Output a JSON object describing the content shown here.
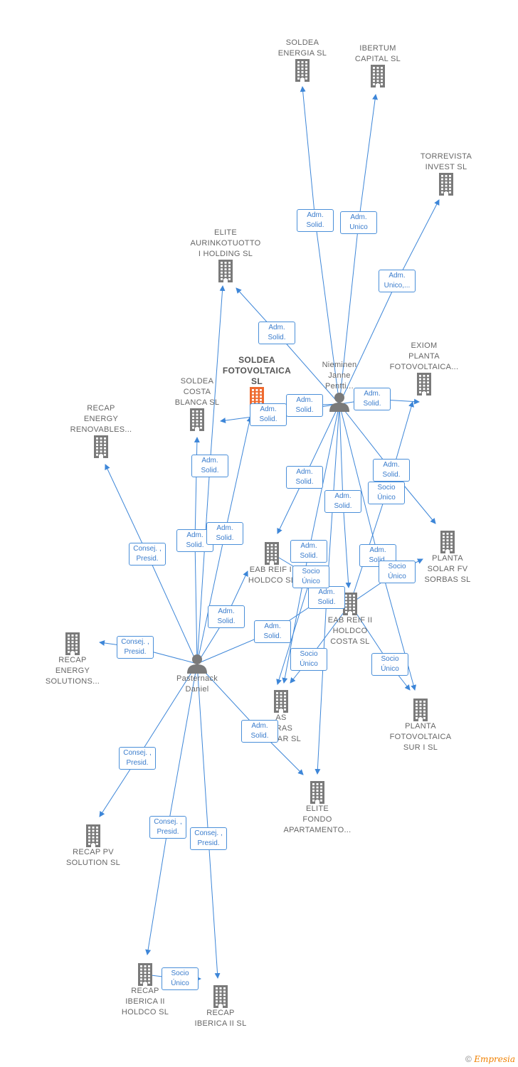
{
  "nodes": [
    {
      "id": "soldea_energia",
      "type": "company",
      "label": "SOLDEA\nENERGIA  SL"
    },
    {
      "id": "ibertum",
      "type": "company",
      "label": "IBERTUM\nCAPITAL  SL"
    },
    {
      "id": "torrevista",
      "type": "company",
      "label": "TORREVISTA\nINVEST  SL"
    },
    {
      "id": "elite_aurin",
      "type": "company",
      "label": "ELITE\nAURINKOTUOTTO\nI HOLDING  SL"
    },
    {
      "id": "soldea_foto",
      "type": "company_main",
      "label": "SOLDEA\nFOTOVOLTAICA\nSL"
    },
    {
      "id": "exiom",
      "type": "company",
      "label": "EXIOM\nPLANTA\nFOTOVOLTAICA..."
    },
    {
      "id": "soldea_costa",
      "type": "company",
      "label": "SOLDEA\nCOSTA\nBLANCA  SL"
    },
    {
      "id": "recap_renov",
      "type": "company",
      "label": "RECAP\nENERGY\nRENOVABLES..."
    },
    {
      "id": "nieminen",
      "type": "person",
      "label": "Nieminen\nJanne\nPentti..."
    },
    {
      "id": "eab_holdco",
      "type": "company",
      "label": "EAB REIF II\nHOLDCO  SL"
    },
    {
      "id": "planta_sorbas",
      "type": "company",
      "label": "PLANTA\nSOLAR FV\nSORBAS  SL"
    },
    {
      "id": "eab_costa",
      "type": "company",
      "label": "EAB REIF II\nHOLDCO\nCOSTA  SL"
    },
    {
      "id": "recap_solutions",
      "type": "company",
      "label": "RECAP\nENERGY\nSOLUTIONS..."
    },
    {
      "id": "pasternack",
      "type": "person",
      "label": "Pasternack\nDaniel"
    },
    {
      "id": "vegas",
      "type": "company",
      "label": "AS\nGRAS\nSOLAR  SL"
    },
    {
      "id": "planta_sur",
      "type": "company",
      "label": "PLANTA\nFOTOVOLTAICA\nSUR I  SL"
    },
    {
      "id": "elite_fondo",
      "type": "company",
      "label": "ELITE\nFONDO\nAPARTAMENTO..."
    },
    {
      "id": "recap_pv",
      "type": "company",
      "label": "RECAP PV\nSOLUTION  SL"
    },
    {
      "id": "recap_iberica_holdco",
      "type": "company",
      "label": "RECAP\nIBERICA II\nHOLDCO  SL"
    },
    {
      "id": "recap_iberica",
      "type": "company",
      "label": "RECAP\nIBERICA II  SL"
    }
  ],
  "edges": [
    {
      "from": "nieminen",
      "to": "soldea_energia",
      "label": "Adm.\nSolid."
    },
    {
      "from": "nieminen",
      "to": "ibertum",
      "label": "Adm.\nUnico"
    },
    {
      "from": "nieminen",
      "to": "torrevista",
      "label": "Adm.\nUnico,..."
    },
    {
      "from": "nieminen",
      "to": "elite_aurin",
      "label": "Adm.\nSolid."
    },
    {
      "from": "nieminen",
      "to": "soldea_foto",
      "label": "Adm.\nSolid."
    },
    {
      "from": "nieminen",
      "to": "soldea_costa",
      "label": "Adm.\nSolid."
    },
    {
      "from": "nieminen",
      "to": "exiom",
      "label": "Adm.\nSolid."
    },
    {
      "from": "nieminen",
      "to": "eab_holdco",
      "label": "Adm.\nSolid."
    },
    {
      "from": "nieminen",
      "to": "eab_costa",
      "label": "Adm.\nSolid."
    },
    {
      "from": "nieminen",
      "to": "planta_sorbas",
      "label": "Adm.\nSolid."
    },
    {
      "from": "nieminen",
      "to": "vegas",
      "label": "Adm.\nSolid."
    },
    {
      "from": "nieminen",
      "to": "elite_fondo",
      "label": "Adm.\nSolid."
    },
    {
      "from": "nieminen",
      "to": "planta_sur",
      "label": "Adm.\nSolid."
    },
    {
      "from": "pasternack",
      "to": "recap_renov",
      "label": "Consej. ,\nPresid."
    },
    {
      "from": "pasternack",
      "to": "recap_solutions",
      "label": "Consej. ,\nPresid."
    },
    {
      "from": "pasternack",
      "to": "recap_pv",
      "label": "Consej. ,\nPresid."
    },
    {
      "from": "pasternack",
      "to": "recap_iberica_holdco",
      "label": "Consej. ,\nPresid."
    },
    {
      "from": "pasternack",
      "to": "recap_iberica",
      "label": "Consej. ,\nPresid."
    },
    {
      "from": "pasternack",
      "to": "soldea_costa",
      "label": "Adm.\nSolid."
    },
    {
      "from": "pasternack",
      "to": "elite_aurin",
      "label": "Adm.\nSolid."
    },
    {
      "from": "pasternack",
      "to": "soldea_foto",
      "label": "Adm.\nSolid."
    },
    {
      "from": "pasternack",
      "to": "eab_holdco",
      "label": "Adm.\nSolid."
    },
    {
      "from": "pasternack",
      "to": "eab_costa",
      "label": "Adm.\nSolid."
    },
    {
      "from": "pasternack",
      "to": "elite_fondo",
      "label": "Adm.\nSolid."
    },
    {
      "from": "eab_costa",
      "to": "exiom",
      "label": "Socio\nÚnico"
    },
    {
      "from": "eab_costa",
      "to": "planta_sorbas",
      "label": "Socio\nÚnico"
    },
    {
      "from": "eab_costa",
      "to": "planta_sur",
      "label": "Socio\nÚnico"
    },
    {
      "from": "eab_costa",
      "to": "vegas",
      "label": "Socio\nÚnico"
    },
    {
      "from": "eab_holdco",
      "to": "vegas",
      "label": "Socio\nÚnico"
    },
    {
      "from": "recap_iberica_holdco",
      "to": "recap_iberica",
      "label": "Socio\nÚnico"
    }
  ],
  "footer": {
    "symbol": "©",
    "brand": "Empresia"
  },
  "colors": {
    "edge": "#3d86d8",
    "icon": "#7a7a7a",
    "main_icon": "#ee6a2f"
  }
}
